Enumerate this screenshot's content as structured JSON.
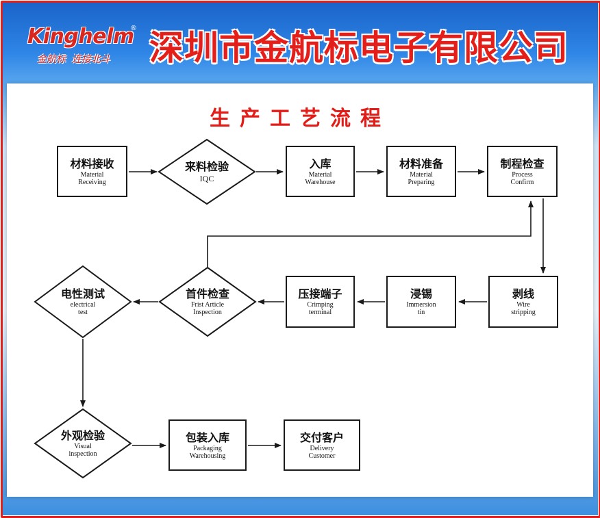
{
  "header": {
    "logo_text": "Kinghelm",
    "logo_registered": "®",
    "logo_slogan": "金航标  连接北斗",
    "company_name": "深圳市金航标电子有限公司"
  },
  "diagram": {
    "title": "生产工艺流程",
    "nodes": [
      {
        "id": "material-receiving",
        "shape": "box",
        "zh": "材料接收",
        "en": [
          "Material",
          "Receiving"
        ]
      },
      {
        "id": "iqc",
        "shape": "diamond",
        "zh": "来料检验",
        "en": [
          "IQC"
        ]
      },
      {
        "id": "material-warehouse",
        "shape": "box",
        "zh": "入库",
        "en": [
          "Material",
          "Warehouse"
        ]
      },
      {
        "id": "material-preparing",
        "shape": "box",
        "zh": "材料准备",
        "en": [
          "Material",
          "Preparing"
        ]
      },
      {
        "id": "process-confirm",
        "shape": "box",
        "zh": "制程检查",
        "en": [
          "Process",
          "Confirm"
        ]
      },
      {
        "id": "wire-stripping",
        "shape": "box",
        "zh": "剥线",
        "en": [
          "Wire",
          "stripping"
        ]
      },
      {
        "id": "immersion-tin",
        "shape": "box",
        "zh": "浸锡",
        "en": [
          "Immersion",
          "tin"
        ]
      },
      {
        "id": "crimping-terminal",
        "shape": "box",
        "zh": "压接端子",
        "en": [
          "Crimping",
          "terminal"
        ]
      },
      {
        "id": "first-article-inspection",
        "shape": "diamond",
        "zh": "首件检查",
        "en": [
          "Frist Article",
          "Inspection"
        ]
      },
      {
        "id": "electrical-test",
        "shape": "diamond",
        "zh": "电性测试",
        "en": [
          "electrical",
          "test"
        ]
      },
      {
        "id": "visual-inspection",
        "shape": "diamond",
        "zh": "外观检验",
        "en": [
          "Visual",
          "inspection"
        ]
      },
      {
        "id": "packaging-warehousing",
        "shape": "box",
        "zh": "包装入库",
        "en": [
          "Packaging",
          "Warehousing"
        ]
      },
      {
        "id": "delivery-customer",
        "shape": "box",
        "zh": "交付客户",
        "en": [
          "Delivery",
          "Customer"
        ]
      }
    ],
    "edges": [
      {
        "from": "material-receiving",
        "to": "iqc"
      },
      {
        "from": "iqc",
        "to": "material-warehouse"
      },
      {
        "from": "material-warehouse",
        "to": "material-preparing"
      },
      {
        "from": "material-preparing",
        "to": "process-confirm"
      },
      {
        "from": "process-confirm",
        "to": "wire-stripping"
      },
      {
        "from": "wire-stripping",
        "to": "immersion-tin"
      },
      {
        "from": "immersion-tin",
        "to": "crimping-terminal"
      },
      {
        "from": "crimping-terminal",
        "to": "first-article-inspection"
      },
      {
        "from": "first-article-inspection",
        "to": "process-confirm"
      },
      {
        "from": "first-article-inspection",
        "to": "electrical-test"
      },
      {
        "from": "electrical-test",
        "to": "visual-inspection"
      },
      {
        "from": "visual-inspection",
        "to": "packaging-warehousing"
      },
      {
        "from": "packaging-warehousing",
        "to": "delivery-customer"
      }
    ]
  },
  "colors": {
    "border_red": "#e0201b",
    "title_red": "#e21c17",
    "banner_blue": "#1a63c9",
    "line": "#1a1a1a"
  }
}
